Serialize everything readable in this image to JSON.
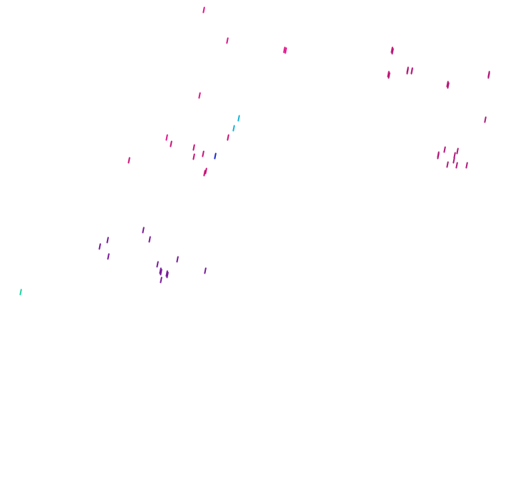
{
  "scene": {
    "background": "#ffffff",
    "mark_shape": "short-slanted-stroke"
  },
  "palette": {
    "magenta": "#e0168c",
    "deep_pink": "#cc1177",
    "crimson_purple": "#b01a7a",
    "purple": "#7a1a9a",
    "violet": "#6a1fb8",
    "blue": "#1a2bd6",
    "cyan": "#1ab3d6",
    "teal_green": "#1ad6a0"
  },
  "mark_groups": [
    {
      "name": "upper-left-cluster",
      "color_key": "magenta",
      "count": 6
    },
    {
      "name": "central-cluster",
      "color_key": "deep_pink",
      "count": 13
    },
    {
      "name": "cyan-accents",
      "color_key": "cyan",
      "count": 2
    },
    {
      "name": "blue-accent",
      "color_key": "blue",
      "count": 1
    },
    {
      "name": "right-cluster",
      "color_key": "crimson_purple",
      "count": 17
    },
    {
      "name": "lower-left-cluster",
      "color_key": "purple",
      "count": 13
    },
    {
      "name": "left-edge-accent",
      "color_key": "teal_green",
      "count": 1
    }
  ]
}
